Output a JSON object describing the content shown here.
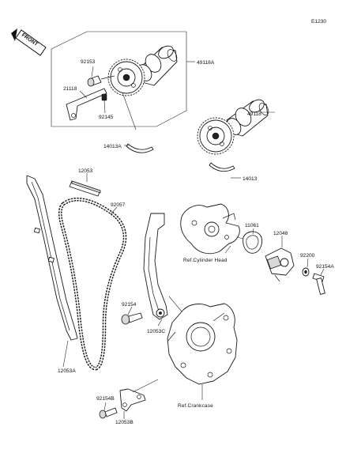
{
  "diagram_code": "E1230",
  "front_badge": "FRONT",
  "parts": [
    {
      "id": "p-49118A",
      "number": "49118A"
    },
    {
      "id": "p-92153",
      "number": "92153"
    },
    {
      "id": "p-21118",
      "number": "21118"
    },
    {
      "id": "p-92145",
      "number": "92145"
    },
    {
      "id": "p-14013A",
      "number": "14013A"
    },
    {
      "id": "p-49118",
      "number": "49118"
    },
    {
      "id": "p-14013",
      "number": "14013"
    },
    {
      "id": "p-12053",
      "number": "12053"
    },
    {
      "id": "p-92057",
      "number": "92057"
    },
    {
      "id": "p-11061",
      "number": "11061"
    },
    {
      "id": "p-12048",
      "number": "12048"
    },
    {
      "id": "p-92200",
      "number": "92200"
    },
    {
      "id": "p-92154A",
      "number": "92154A"
    },
    {
      "id": "p-92154",
      "number": "92154"
    },
    {
      "id": "p-12053C",
      "number": "12053C"
    },
    {
      "id": "p-12053A",
      "number": "12053A"
    },
    {
      "id": "p-92154B",
      "number": "92154B"
    },
    {
      "id": "p-12053B",
      "number": "12053B"
    }
  ],
  "references": {
    "cylinder_head": "Ref.Cylinder Head",
    "crankcase": "Ref.Crankcase"
  }
}
